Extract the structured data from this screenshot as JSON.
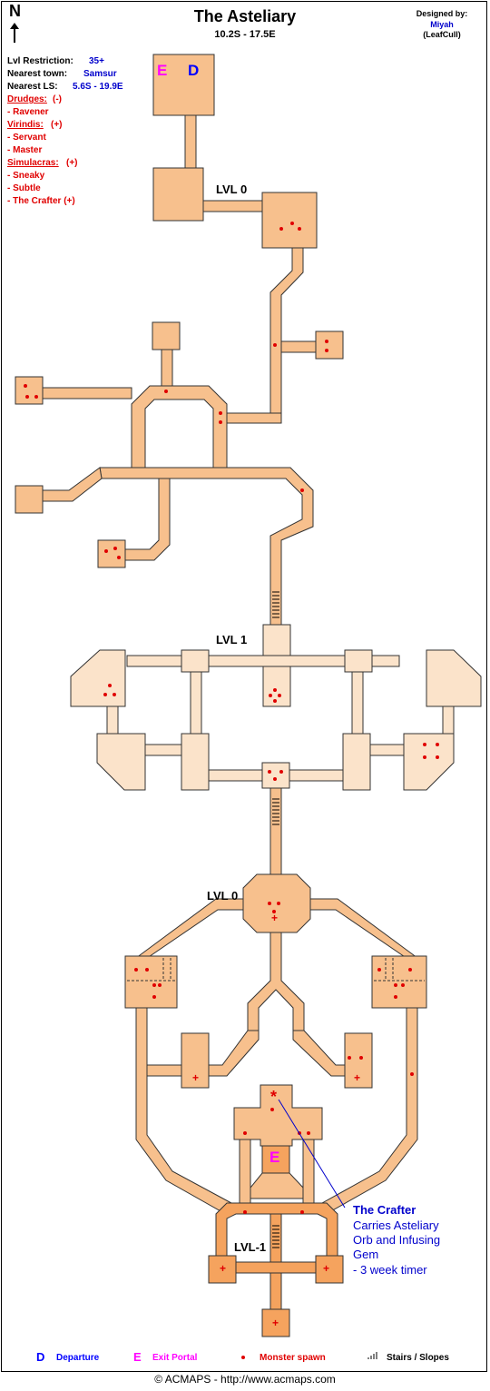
{
  "header": {
    "title": "The Asteliary",
    "coords": "10.2S - 17.5E",
    "compass_letter": "N",
    "designed_by_label": "Designed by:",
    "designer": "Miyah",
    "designer_alias": "(LeafCull)"
  },
  "info": {
    "lvl_label": "Lvl Restriction:",
    "lvl_value": "35+",
    "town_label": "Nearest town:",
    "town_value": "Samsur",
    "ls_label": "Nearest LS:",
    "ls_value": "5.6S - 19.9E"
  },
  "monsters": {
    "drudges_label": "Drudges:",
    "drudges_flag": "(-)",
    "drudges": [
      "- Ravener"
    ],
    "virindis_label": "Virindis:",
    "virindis_flag": "(+)",
    "virindis": [
      "- Servant",
      "- Master"
    ],
    "simulacras_label": "Simulacras:",
    "simulacras_flag": "(+)",
    "simulacras": [
      "- Sneaky",
      "- Subtle",
      "- The Crafter (+)"
    ]
  },
  "levels": {
    "lvl0_top": "LVL 0",
    "lvl1": "LVL 1",
    "lvl0_mid": "LVL 0",
    "lvlm1": "LVL-1"
  },
  "markers": {
    "exit": "E",
    "departure": "D",
    "crafter_star": "*",
    "plus": "+"
  },
  "crafter": {
    "name": "The Crafter",
    "note_line1": "Carries Asteliary",
    "note_line2": "Orb and Infusing",
    "note_line3": "Gem",
    "note_line4": " - 3 week timer"
  },
  "legend": {
    "d_symbol": "D",
    "d_label": "Departure",
    "e_symbol": "E",
    "e_label": "Exit Portal",
    "spawn_label": "Monster spawn",
    "stairs_label": "Stairs / Slopes"
  },
  "footer": "© ACMAPS - http://www.acmaps.com",
  "colors": {
    "room": "#f7c08d",
    "room_light": "#fbe3ca",
    "room_dark": "#f5a35e",
    "outline": "#333333",
    "spawn": "#e00000",
    "exit": "#ff00ff",
    "departure": "#0000ff"
  }
}
